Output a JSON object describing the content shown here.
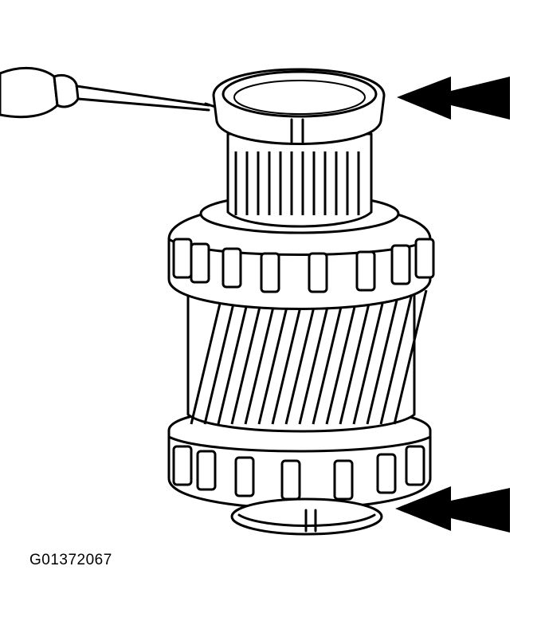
{
  "figure": {
    "id_label": "G01372067",
    "subject": "gear-with-tapered-roller-bearings-and-snap-rings",
    "callout_arrows": [
      "upper-snap-ring-arrow",
      "lower-snap-ring-arrow"
    ],
    "tool": "pick-tool",
    "colors": {
      "ink": "#000000",
      "paper": "#ffffff"
    }
  }
}
